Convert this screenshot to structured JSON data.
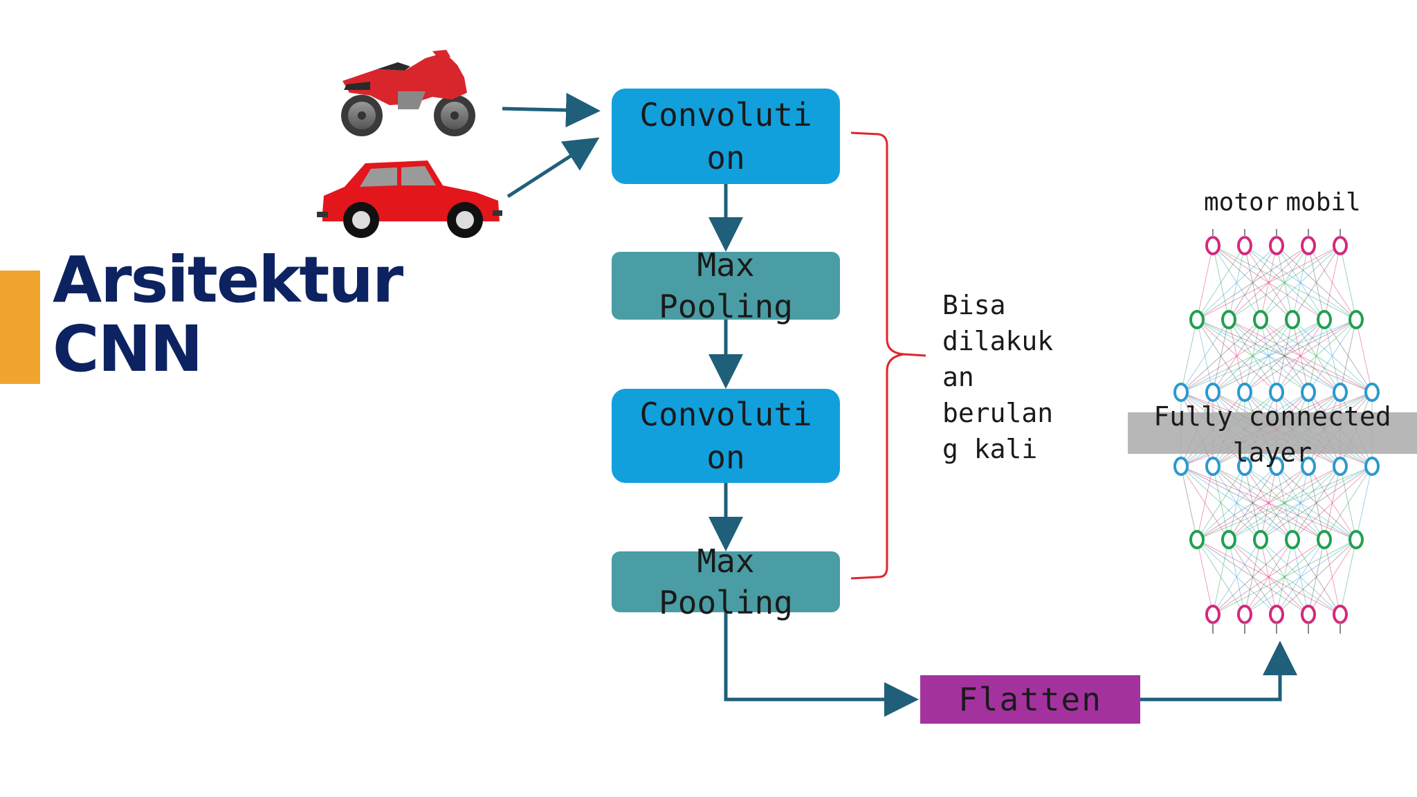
{
  "title": {
    "line1": "Arsitektur",
    "line2": "CNN"
  },
  "inputs": [
    {
      "name": "motorcycle",
      "icon": "motorcycle-icon"
    },
    {
      "name": "car",
      "icon": "car-icon"
    }
  ],
  "blocks": {
    "conv1": [
      "Convoluti",
      "on"
    ],
    "pool1": [
      "Max",
      "Pooling"
    ],
    "conv2": [
      "Convoluti",
      "on"
    ],
    "pool2": [
      "Max",
      "Pooling"
    ],
    "flatten": "Flatten"
  },
  "repeat_note": [
    "Bisa",
    "dilakuk",
    "an",
    "berulan",
    "g kali"
  ],
  "outputs": [
    "motor",
    "mobil"
  ],
  "fc_layer": [
    "Fully connected",
    "layer"
  ],
  "colors": {
    "conv": "#12a0dc",
    "pool": "#4a9da4",
    "flatten": "#a4329e",
    "arrow": "#1f5f7a",
    "brace": "#e0262a",
    "title": "#0d2260",
    "accent": "#f2a52e",
    "node_pink": "#d6287a",
    "node_green": "#20a050",
    "node_blue": "#2a9ad0"
  },
  "network": {
    "layers": [
      {
        "count": 5,
        "color": "node_pink"
      },
      {
        "count": 6,
        "color": "node_green"
      },
      {
        "count": 7,
        "color": "node_blue"
      },
      {
        "count": 7,
        "color": "node_blue"
      },
      {
        "count": 6,
        "color": "node_green"
      },
      {
        "count": 5,
        "color": "node_pink"
      }
    ]
  }
}
